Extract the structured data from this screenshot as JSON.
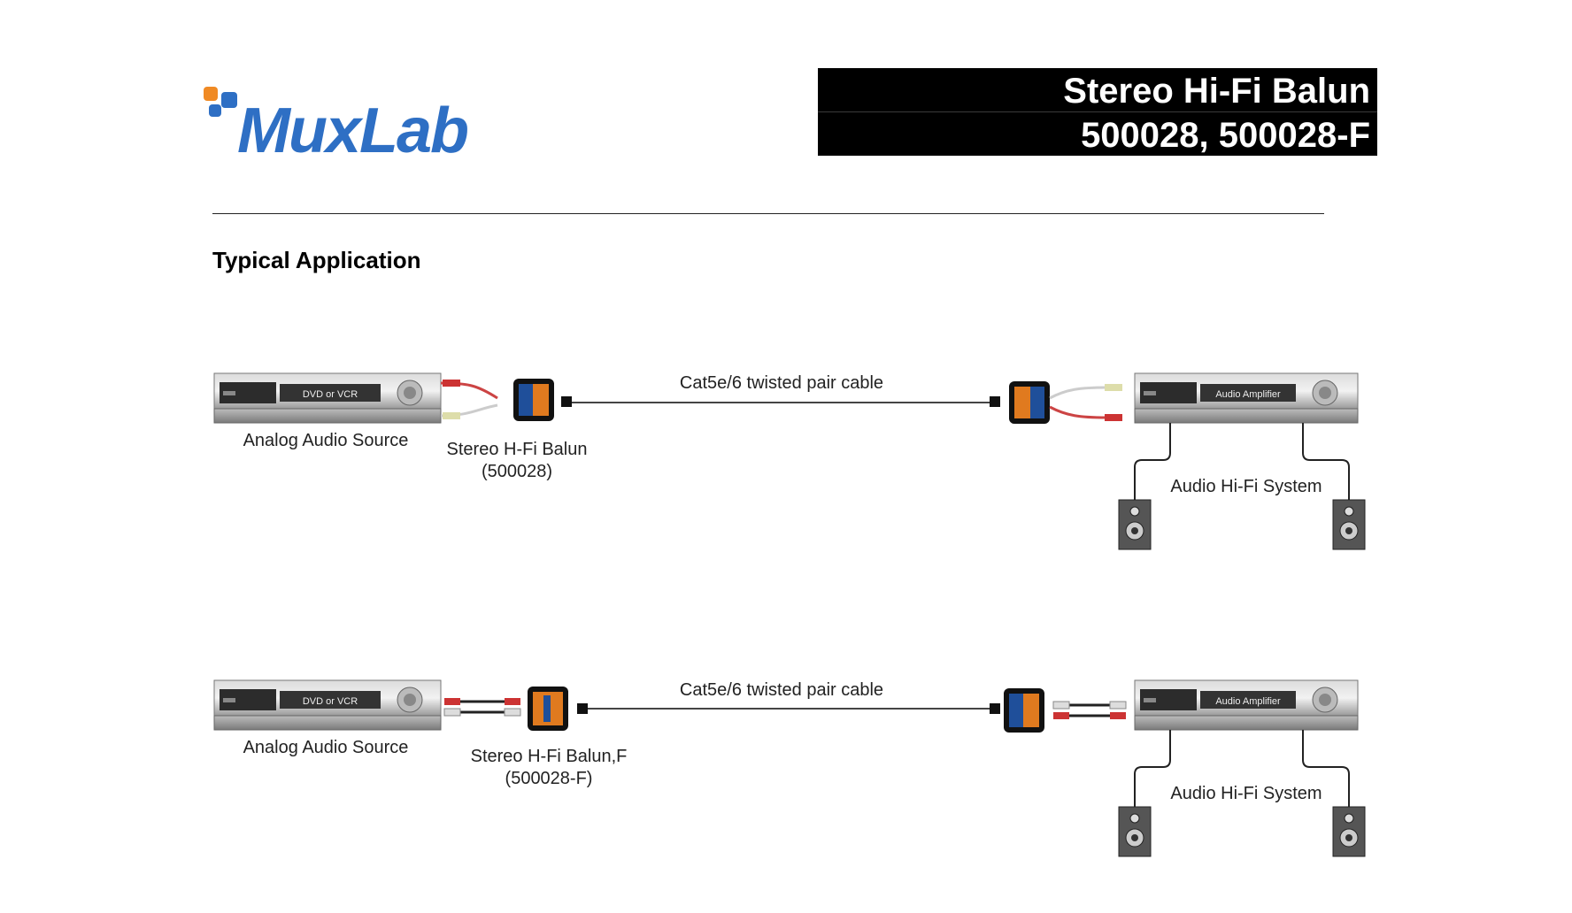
{
  "header": {
    "logo_text": "MuxLab",
    "title_line1": "Stereo Hi-Fi Balun",
    "title_line2": "500028, 500028-F"
  },
  "section": {
    "heading": "Typical Application"
  },
  "diagram_top": {
    "source_device_label": "DVD or VCR",
    "source_caption": "Analog Audio Source",
    "balun_caption_line1": "Stereo H-Fi Balun",
    "balun_caption_line2": "(500028)",
    "cable_label": "Cat5e/6 twisted pair cable",
    "amplifier_device_label": "Audio Amplifier",
    "system_caption": "Audio Hi-Fi System"
  },
  "diagram_bottom": {
    "source_device_label": "DVD or VCR",
    "source_caption": "Analog Audio Source",
    "balun_caption_line1": "Stereo H-Fi Balun,F",
    "balun_caption_line2": "(500028-F)",
    "cable_label": "Cat5e/6 twisted pair cable",
    "amplifier_device_label": "Audio Amplifier",
    "system_caption": "Audio Hi-Fi System"
  },
  "colors": {
    "brand_blue": "#2e6fc4",
    "brand_orange": "#f08a24",
    "title_bg": "#000000",
    "balun_blue": "#1f4f9a",
    "balun_orange": "#e07a1f"
  }
}
